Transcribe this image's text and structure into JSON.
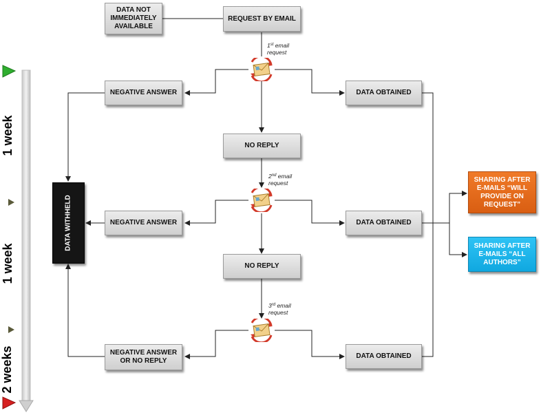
{
  "boxes": {
    "not_available": "DATA NOT IMMEDIATELY AVAILABLE",
    "request_email": "REQUEST BY EMAIL",
    "negative_1": "NEGATIVE ANSWER",
    "data_obtained_1": "DATA OBTAINED",
    "no_reply_1": "NO REPLY",
    "negative_2": "NEGATIVE ANSWER",
    "data_obtained_2": "DATA OBTAINED",
    "no_reply_2": "NO REPLY",
    "negative_3": "NEGATIVE ANSWER OR NO REPLY",
    "data_obtained_3": "DATA OBTAINED",
    "withheld": "DATA WITHHELD",
    "sharing_request": "SHARING AFTER E-MAILS “WILL PROVIDE ON REQUEST”",
    "sharing_authors": "SHARING AFTER E-MAILS “ALL AUTHORS”"
  },
  "requests": {
    "r1_num": "1",
    "r1_sup": "st",
    "r1_a": "email",
    "r1_b": "request",
    "r2_num": "2",
    "r2_sup": "nd",
    "r2_a": "email",
    "r2_b": "request",
    "r3_num": "3",
    "r3_sup": "rd",
    "r3_a": "email",
    "r3_b": "request"
  },
  "timeline": {
    "w1": "1 week",
    "w2": "1 week",
    "w3": "2 weeks"
  },
  "colors": {
    "orange": "#e56a1c",
    "cyan": "#19b4ec",
    "start_marker": "#2fae2f",
    "end_marker": "#d62020",
    "mid_marker": "#5a5a3a"
  }
}
